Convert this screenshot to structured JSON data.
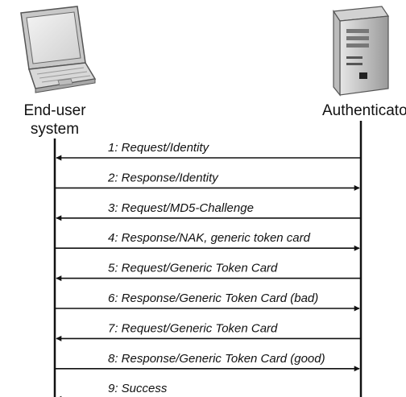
{
  "participants": {
    "client": {
      "label_line1": "End-user",
      "label_line2": "system",
      "icon": "laptop-icon"
    },
    "server": {
      "label": "Authenticator",
      "icon": "server-tower-icon"
    }
  },
  "messages": [
    {
      "label": "1: Request/Identity",
      "direction": "to-client"
    },
    {
      "label": "2: Response/Identity",
      "direction": "to-server"
    },
    {
      "label": "3: Request/MD5-Challenge",
      "direction": "to-client"
    },
    {
      "label": "4: Response/NAK, generic token card",
      "direction": "to-server"
    },
    {
      "label": "5: Request/Generic Token Card",
      "direction": "to-client"
    },
    {
      "label": "6: Response/Generic Token Card (bad)",
      "direction": "to-server"
    },
    {
      "label": "7: Request/Generic Token Card",
      "direction": "to-client"
    },
    {
      "label": "8: Response/Generic Token Card (good)",
      "direction": "to-server"
    },
    {
      "label": "9: Success",
      "direction": "to-client"
    }
  ]
}
